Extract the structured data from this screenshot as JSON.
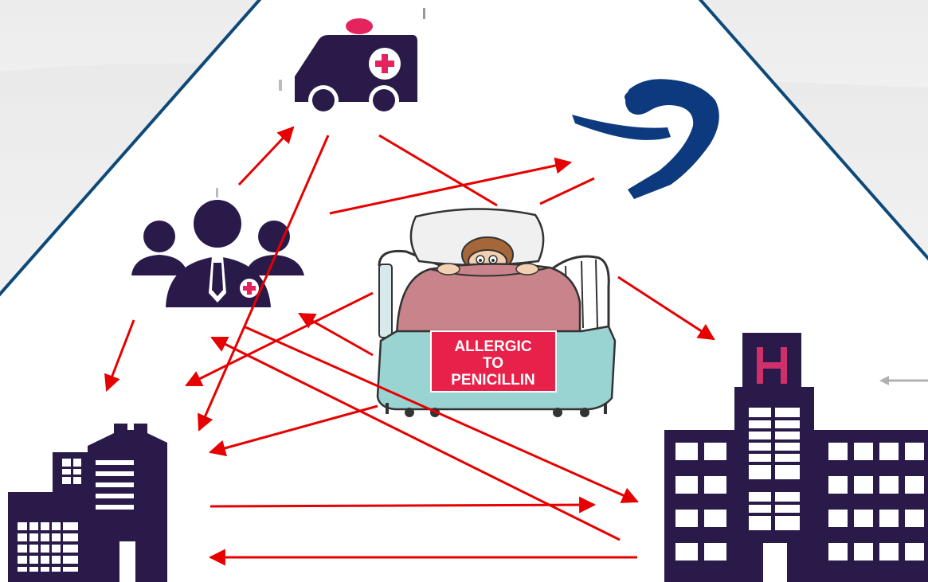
{
  "patient_bed": {
    "sign": {
      "lines": [
        "ALLERGIC",
        "TO",
        "PENICILLIN"
      ],
      "background_color": "#e8214a",
      "text_color": "#ffffff"
    }
  },
  "nodes": [
    {
      "id": "ambulance",
      "icon": "ambulance-icon"
    },
    {
      "id": "pharmacy",
      "icon": "pharmacy-snake-bowl-icon"
    },
    {
      "id": "care-team",
      "icon": "medical-team-icon"
    },
    {
      "id": "patient",
      "icon": "patient-in-bed-icon"
    },
    {
      "id": "clinic",
      "icon": "office-building-icon"
    },
    {
      "id": "hospital",
      "icon": "hospital-building-icon"
    }
  ],
  "colors": {
    "icon": "#2a1a4a",
    "hospital_h": "#d0306a",
    "arrows": "#e60000",
    "triangle": "#0d4a7a",
    "background": "#f2f2f2",
    "bed_frame": "#9ad4d2",
    "blanket": "#c9838a"
  }
}
